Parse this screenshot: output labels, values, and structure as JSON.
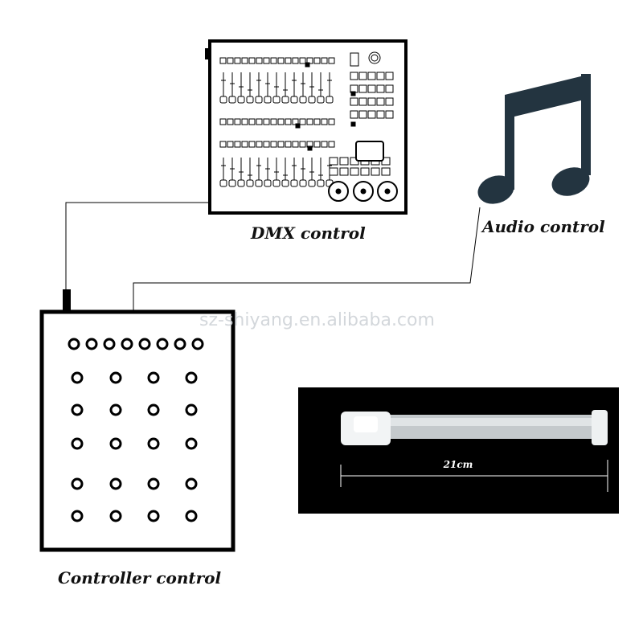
{
  "labels": {
    "dmx": "DMX control",
    "audio": "Audio control",
    "controller": "Controller control",
    "length": "21cm",
    "watermark": "sz-shiyang.en.alibaba.com"
  },
  "colors": {
    "line": "#000000",
    "note": "#233440",
    "photo_bg": "#000000",
    "strap": "#d9dfe2",
    "watermark": "#cfd3d8"
  },
  "icons": [
    "dmx-console-icon",
    "music-note-icon",
    "controller-box-icon",
    "wristband-photo"
  ]
}
